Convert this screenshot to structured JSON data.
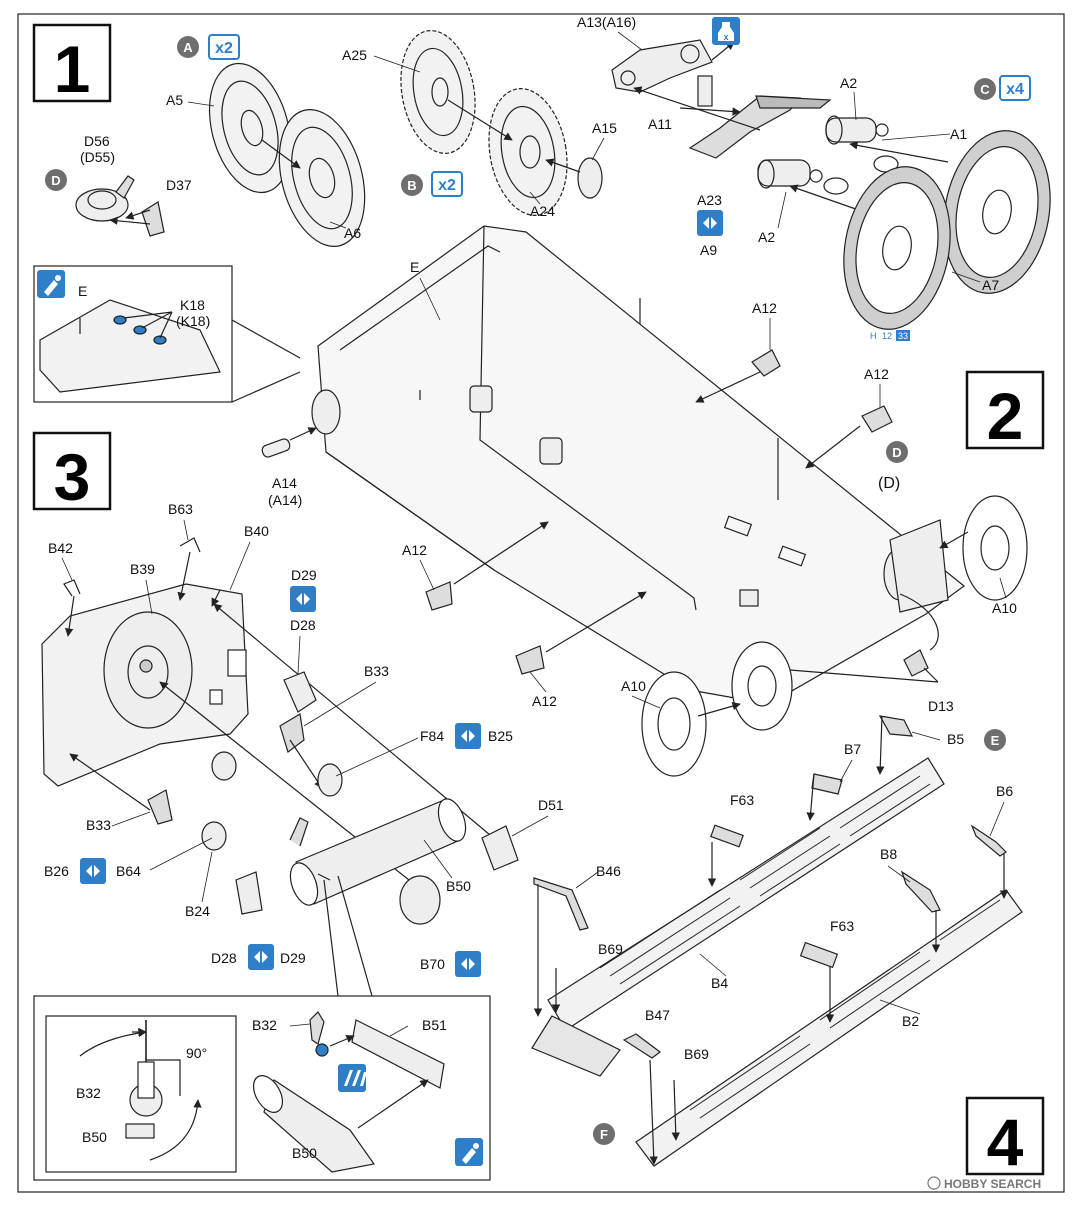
{
  "steps": [
    "1",
    "2",
    "3",
    "4"
  ],
  "markers": {
    "A": "A",
    "B": "B",
    "C": "C",
    "D": "D",
    "E": "E",
    "F": "F"
  },
  "multipliers": {
    "x2": "x2",
    "x4": "x4"
  },
  "misc": {
    "d_paren": "(D)",
    "angle": "90°",
    "h_ref": "H",
    "h_n1": "12",
    "h_n2": "33",
    "watermark": "HOBBY SEARCH"
  },
  "labels": {
    "A5": "A5",
    "A6": "A6",
    "D56": "D56",
    "D55p": "(D55)",
    "D37": "D37",
    "A25": "A25",
    "A24": "A24",
    "A15": "A15",
    "A13A16": "A13(A16)",
    "A11": "A11",
    "A23": "A23",
    "A9": "A9",
    "A2": "A2",
    "A1": "A1",
    "A7": "A7",
    "E": "E",
    "K18": "K18",
    "K18p": "(K18)",
    "A12": "A12",
    "A14": "A14",
    "A14p": "(A14)",
    "A10": "A10",
    "D13": "D13",
    "B42": "B42",
    "B63": "B63",
    "B40": "B40",
    "B39": "B39",
    "D29": "D29",
    "D28": "D28",
    "B33": "B33",
    "F84": "F84",
    "B25": "B25",
    "B26": "B26",
    "B64": "B64",
    "B24": "B24",
    "B50": "B50",
    "D51": "D51",
    "B70": "B70",
    "B32": "B32",
    "B51": "B51",
    "B5": "B5",
    "B7": "B7",
    "F63": "F63",
    "B6": "B6",
    "B8": "B8",
    "B46": "B46",
    "B69": "B69",
    "B4": "B4",
    "B47": "B47",
    "B2": "B2"
  },
  "colors": {
    "accent_blue": "#2f7fc8",
    "marker_gray": "#6e6e6e",
    "line": "#222222"
  }
}
